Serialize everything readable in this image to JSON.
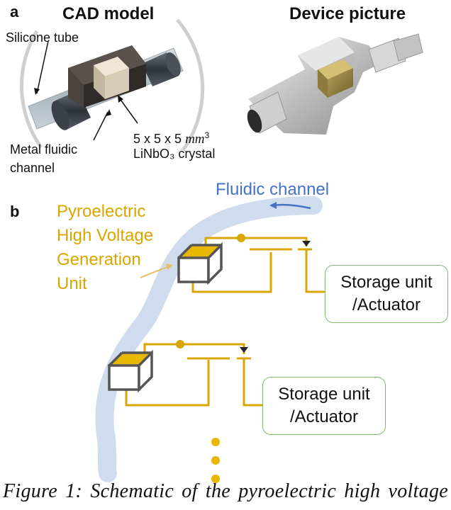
{
  "panel_a": {
    "letter": "a",
    "cad_title": "CAD model",
    "device_title": "Device picture",
    "silicone_tube_label": "Silicone tube",
    "metal_channel_label_line1": "Metal fluidic",
    "metal_channel_label_line2": "channel",
    "crystal_dims_label": "5 x 5 x 5",
    "crystal_unit_label": "mm",
    "crystal_unit_exp": "3",
    "crystal_name_label": "LiNbO₃ crystal"
  },
  "panel_b": {
    "letter": "b",
    "fluidic_channel_label": "Fluidic channel",
    "unit_label_lines": [
      "Pyroelectric",
      "High Voltage",
      "Generation",
      "Unit"
    ],
    "storage_box_1": [
      "Storage unit",
      "/Actuator"
    ],
    "storage_box_2": [
      "Storage unit",
      "/Actuator"
    ]
  },
  "caption": "Figure 1: Schematic of the pyroelectric high voltage",
  "colors": {
    "orange": "#d8a600",
    "blue": "#4472c4",
    "channel_fill": "#cfdced",
    "green_border": "#7fb96a",
    "cube_frame": "#555555"
  }
}
